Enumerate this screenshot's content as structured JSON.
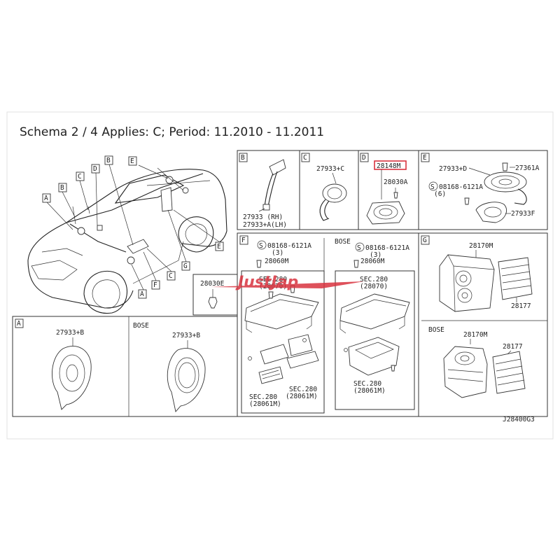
{
  "title": "Schema 2 / 4 Applies: C; Period: 11.2010 - 11.2011",
  "watermark": "JustJap",
  "diagram_code": "J28400G3",
  "colors": {
    "highlight": "#d9333f",
    "watermark": "#d9333f",
    "line": "#222222"
  },
  "car_callouts": [
    "A",
    "B",
    "C",
    "D",
    "B",
    "E",
    "E",
    "F",
    "G",
    "A",
    "C"
  ],
  "panel_b": {
    "letter": "B",
    "part_rh": "27933    (RH)",
    "part_lh": "27933+A(LH)"
  },
  "panel_c": {
    "letter": "C",
    "part": "27933+C"
  },
  "panel_d": {
    "letter": "D",
    "part_highlight": "28148M",
    "part": "28030A"
  },
  "panel_e": {
    "letter": "E",
    "part1": "27933+D",
    "part2": "27361A",
    "bolt": "08168-6121A",
    "qty": "(6)",
    "part3": "27933F"
  },
  "panel_28030e": {
    "part": "28030E"
  },
  "panel_f": {
    "letter": "F",
    "bolt": "08168-6121A",
    "qty": "(3)",
    "part": "28060M",
    "sec": "SEC.280",
    "sec_ref": "(28070)",
    "sec_b": "SEC.280",
    "sec_b_ref": "(28061M)",
    "sec_c": "SEC.280",
    "sec_c_ref": "(28061M)",
    "bose": "BOSE",
    "bose_bolt": "08168-6121A",
    "bose_qty": "(3)",
    "bose_part": "28060M",
    "bose_sec": "SEC.280",
    "bose_sec_ref": "(28070)",
    "bose_sec_b": "SEC.280",
    "bose_sec_b_ref": "(28061M)"
  },
  "panel_g": {
    "letter": "G",
    "part1": "28170M",
    "part2": "28177",
    "bose": "BOSE",
    "bose_part1": "28170M",
    "bose_part2": "28177"
  },
  "panel_a": {
    "letter": "A",
    "part": "27933+B",
    "bose": "BOSE",
    "bose_part": "27933+B"
  }
}
